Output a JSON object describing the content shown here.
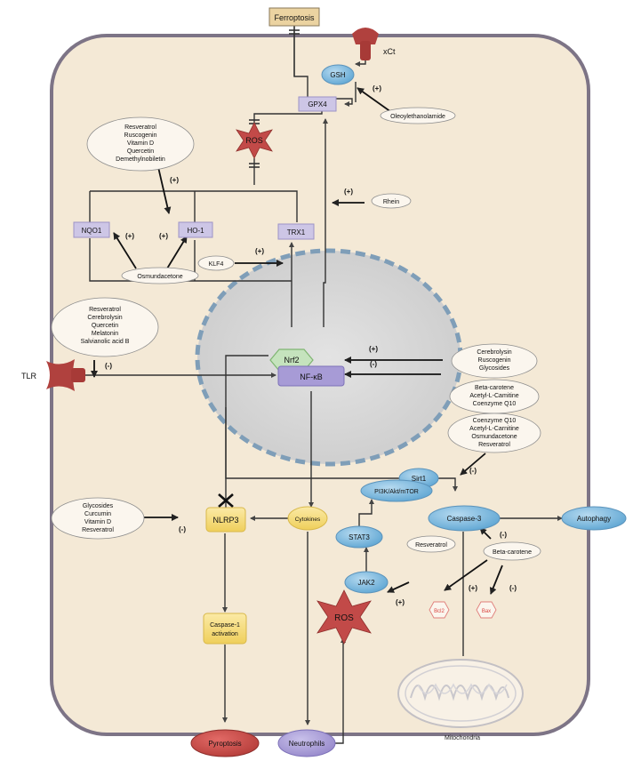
{
  "colors": {
    "cell_fill": "#f4e9d6",
    "cell_stroke": "#7d7486",
    "nucleus_fill": "#d8d8d8",
    "nucleus_stroke": "#7f9eb8",
    "purple_box": "#cdc6e6",
    "blue_ellipse": "#82b9dc",
    "red_star": "#c24a48",
    "yellow_box": "#f4dc7c",
    "green_hex": "#c5e3bd",
    "tan_box": "#ebd3a1"
  },
  "nodes": {
    "ferroptosis": "Ferroptosis",
    "xct": "xCt",
    "gsh": "GSH",
    "gpx4": "GPX4",
    "ros_top": "ROS",
    "nqo1": "NQO1",
    "ho1": "HO-1",
    "trx1": "TRX1",
    "klf4": "KLF4",
    "rhein": "Rhein",
    "oleoylethanolamide": "Oleoylethanolamide",
    "osmundacetone": "Osmundacetone",
    "nrf2": "Nrf2",
    "nfkb": "NF-κB",
    "tlr": "TLR",
    "sirt1": "Sirt1",
    "caspase3": "Caspase-3",
    "autophagy": "Autophagy",
    "pi3k": "PI3K/Akt/mTOR",
    "stat3": "STAT3",
    "jak2": "JAK2",
    "resveratrol_small": "Resveratrol",
    "beta_carotene_small": "Beta-carotene",
    "bcl2": "Bcl2",
    "bax": "Bax",
    "ros_bottom": "ROS",
    "nlrp3": "NLRP3",
    "cytokines": "Cytokines",
    "caspase1": [
      "Caspase-1",
      "activation"
    ],
    "pyroptosis": "Pyroptosis",
    "neutrophils": "Neutrophils",
    "mitochondria": "Mitochondria"
  },
  "compound_groups": {
    "ho1_activators": [
      "Resveratrol",
      "Ruscogenin",
      "Vitamin D",
      "Quercetin",
      "Demethylnobiletin"
    ],
    "nfkb_inhibitors_left": [
      "Resveratrol",
      "Cerebrolysin",
      "Quercetin",
      "Melatonin",
      "Salvianolic acid B"
    ],
    "nrf2_activators": [
      "Cerebrolysin",
      "Ruscogenin",
      "Glycosides"
    ],
    "nfkb_inhibitors_right": [
      "Beta-carotene",
      "Acetyl-L-Camitine",
      "Coenzyme Q10"
    ],
    "caspase3_inhibitors": [
      "Coenzyme Q10",
      "Acetyl-L-Carnitine",
      "Osmundacetone",
      "Resveratrol"
    ],
    "nlrp3_inhibitors": [
      "Glycosides",
      "Curcumin",
      "Vitamin D",
      "Resveratrol"
    ]
  },
  "signs": {
    "oleoyl": "(+)",
    "ho1": "(+)",
    "rhein": "(+)",
    "osm_nqo1": "(+)",
    "osm_ho1": "(+)",
    "klf4": "(+)",
    "left_group": "(-)",
    "nrf2": "(+)",
    "nfkb": "(-)",
    "caspase3_group": "(-)",
    "beta_casp": "(-)",
    "jak2": "(+)",
    "bcl2": "(+)",
    "bax": "(-)",
    "nlrp3": "(-)"
  }
}
